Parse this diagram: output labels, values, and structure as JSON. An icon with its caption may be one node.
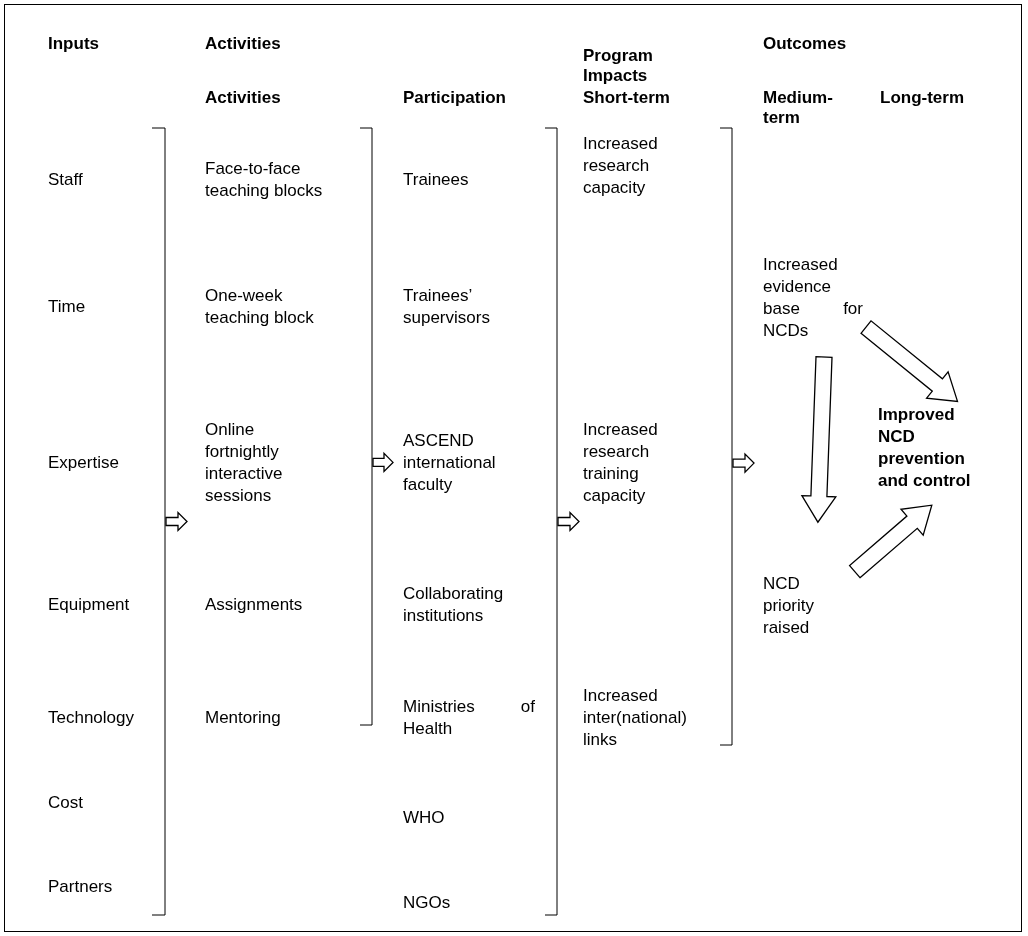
{
  "diagram": {
    "nodes": [
      {
        "text": [],
        "shape": "bracket"
      },
      {
        "text": [],
        "shape": "bracket"
      },
      {
        "text": [],
        "shape": "bracket"
      },
      {
        "text": [],
        "shape": "bracket"
      },
      {
        "text": [
          "Increased evidence base for NCDs"
        ]
      },
      {
        "text": [
          "NCD priority raised"
        ]
      },
      {
        "text": [
          "Improved NCD prevention and control"
        ]
      }
    ],
    "edges": [
      {
        "from": 0,
        "to": null,
        "arrow": "to"
      },
      {
        "from": 1,
        "to": null,
        "arrow": "to"
      },
      {
        "from": 2,
        "to": null,
        "arrow": "to"
      },
      {
        "from": 3,
        "to": null,
        "arrow": "to"
      },
      {
        "from": 4,
        "to": 6,
        "arrow": "to"
      },
      {
        "from": 4,
        "to": 5,
        "arrow": "to"
      },
      {
        "from": 5,
        "to": 6,
        "arrow": "to"
      }
    ],
    "labels": [
      "Inputs",
      "Activities",
      "Program Impacts",
      "Outcomes",
      "Activities",
      "Participation",
      "Short-term",
      "Medium-term",
      "Long-term",
      "Staff",
      "Time",
      "Expertise",
      "Equipment",
      "Technology",
      "Cost",
      "Partners",
      "Face-to-face teaching blocks",
      "One-week teaching block",
      "Online fortnightly interactive sessions",
      "Assignments",
      "Mentoring",
      "Trainees",
      "Trainees’ supervisors",
      "ASCEND international faculty",
      "Collaborating institutions",
      "Ministries of Health",
      "WHO",
      "NGOs",
      "Increased research capacity",
      "Increased research training capacity",
      "Increased inter(national) links"
    ]
  }
}
